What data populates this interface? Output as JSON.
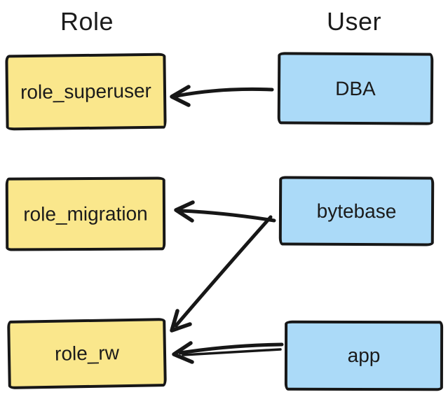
{
  "diagram": {
    "columns": [
      {
        "label": "Role"
      },
      {
        "label": "User"
      }
    ],
    "roles": [
      {
        "label": "role_superuser"
      },
      {
        "label": "role_migration"
      },
      {
        "label": "role_rw"
      }
    ],
    "users": [
      {
        "label": "DBA"
      },
      {
        "label": "bytebase"
      },
      {
        "label": "app"
      }
    ],
    "edges": [
      {
        "from": "DBA",
        "to": "role_superuser"
      },
      {
        "from": "bytebase",
        "to": "role_migration"
      },
      {
        "from": "bytebase",
        "to": "role_rw"
      },
      {
        "from": "app",
        "to": "role_rw"
      }
    ],
    "colors": {
      "role_fill": "#FAE78C",
      "user_fill": "#ABDAF8",
      "stroke": "#171717",
      "text": "#1b1b1b",
      "background": "#ffffff"
    }
  }
}
